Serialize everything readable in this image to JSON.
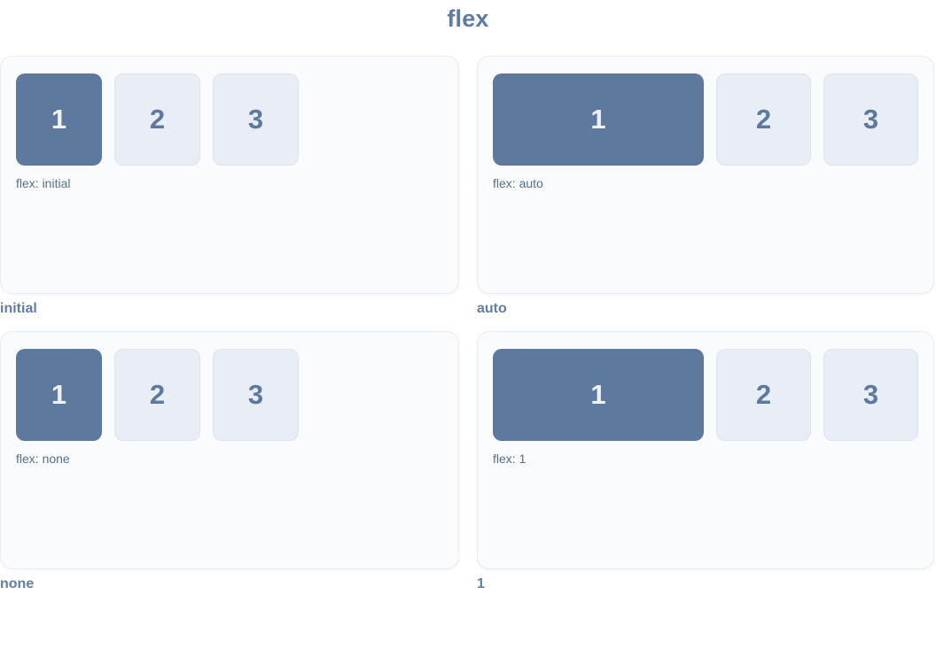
{
  "title": "flex",
  "colors": {
    "title_text": "#5e7ba1",
    "panel_background": "#fafbfd",
    "panel_border": "#e8ecf4",
    "item_primary_background": "#5d7a9e",
    "item_primary_text": "#eef2f7",
    "item_secondary_background": "#e8edf6",
    "item_secondary_border": "#dde4f0",
    "item_secondary_text": "#5d7a9e",
    "caption_text": "#53708f",
    "label_text": "#5f7fa6"
  },
  "panels": [
    {
      "caption": "flex: initial",
      "label": "initial",
      "items": [
        "1",
        "2",
        "3"
      ]
    },
    {
      "caption": "flex: auto",
      "label": "auto",
      "items": [
        "1",
        "2",
        "3"
      ]
    },
    {
      "caption": "flex: none",
      "label": "none",
      "items": [
        "1",
        "2",
        "3"
      ]
    },
    {
      "caption": "flex: 1",
      "label": "1",
      "items": [
        "1",
        "2",
        "3"
      ]
    }
  ]
}
